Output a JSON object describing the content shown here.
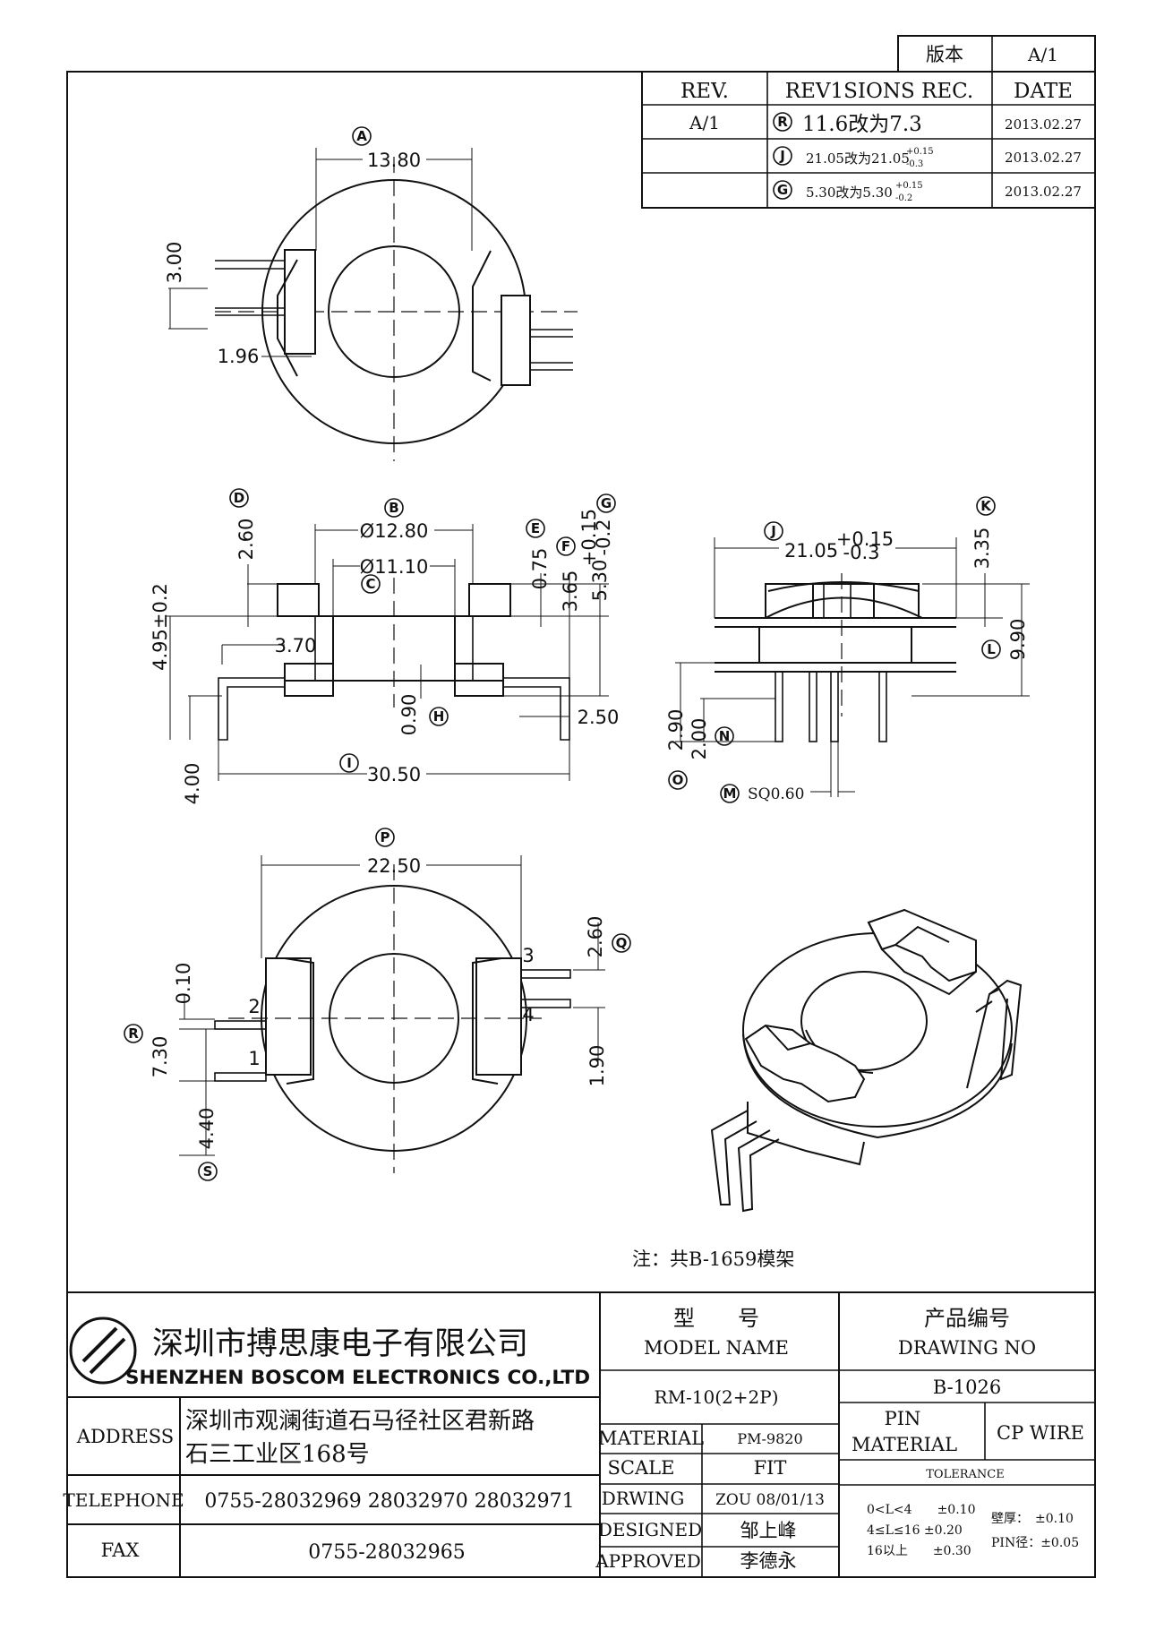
{
  "version_box": {
    "label": "版本",
    "value": "A/1"
  },
  "revisions": {
    "headers": {
      "rev": "REV.",
      "rec": "REV1SIONS REC.",
      "date": "DATE"
    },
    "rows": [
      {
        "rev": "A/1",
        "mark": "R",
        "text": "11.6改为7.3",
        "date": "2013.02.27"
      },
      {
        "rev": "",
        "mark": "J",
        "text": "21.05改为21.05",
        "tol_up": "+0.15",
        "tol_dn": "-0.3",
        "date": "2013.02.27"
      },
      {
        "rev": "",
        "mark": "G",
        "text": "5.30改为5.30",
        "tol_up": "+0.15",
        "tol_dn": "-0.2",
        "date": "2013.02.27"
      }
    ]
  },
  "top_view": {
    "mark_a": "A",
    "dim_a": "13.80",
    "dim_300": "3.00",
    "dim_196": "1.96"
  },
  "side_view": {
    "mark_d": "D",
    "dim_d": "2.60",
    "mark_b": "B",
    "dim_b": "Ø12.80",
    "mark_c": "C",
    "dim_c": "Ø11.10",
    "mark_e": "E",
    "dim_e": "0.75",
    "mark_f": "F",
    "dim_f": "3.65",
    "mark_g": "G",
    "dim_g": "5.30",
    "tol_g_up": "+0.15",
    "tol_g_dn": "-0.2",
    "dim_height": "4.95±0.2",
    "dim_370": "3.70",
    "mark_h": "H",
    "dim_h": "0.90",
    "dim_250": "2.50",
    "mark_i": "I",
    "dim_i": "30.50",
    "dim_400": "4.00"
  },
  "front_view": {
    "mark_j": "J",
    "dim_j": "21.05",
    "tol_j_up": "+0.15",
    "tol_j_dn": "-0.3",
    "mark_k": "K",
    "dim_k": "3.35",
    "mark_l": "L",
    "dim_l": "9.90",
    "dim_290": "2.90",
    "dim_200": "2.00",
    "mark_n": "N",
    "mark_o": "O",
    "mark_m": "M",
    "dim_m": "SQ0.60"
  },
  "bottom_view": {
    "mark_p": "P",
    "dim_p": "22.50",
    "dim_010": "0.10",
    "mark_r": "R",
    "dim_r": "7.30",
    "dim_440": "4.40",
    "mark_s": "S",
    "dim_260": "2.60",
    "mark_q": "Q",
    "dim_190": "1.90",
    "pins": [
      "1",
      "2",
      "3",
      "4"
    ]
  },
  "note": "注：共B-1659模架",
  "company": {
    "name_cn": "深圳市搏思康电子有限公司",
    "name_en": "SHENZHEN BOSCOM ELECTRONICS CO.,LTD"
  },
  "address": {
    "label": "ADDRESS",
    "line1": "深圳市观澜街道石马径社区君新路",
    "line2": "石三工业区168号"
  },
  "telephone": {
    "label": "TELEPHONE",
    "value": "0755-28032969 28032970 28032971"
  },
  "fax": {
    "label": "FAX",
    "value": "0755-28032965"
  },
  "model": {
    "label_cn": "型　　号",
    "label_en": "MODEL NAME",
    "value": "RM-10(2+2P)"
  },
  "drawing": {
    "label_cn": "产品编号",
    "label_en": "DRAWING NO",
    "value": "B-1026"
  },
  "material": {
    "label": "MATERIAL",
    "value": "PM-9820"
  },
  "scale": {
    "label": "SCALE",
    "value": "FIT"
  },
  "drwing": {
    "label": "DRWING",
    "value": "ZOU 08/01/13"
  },
  "designed": {
    "label": "DESIGNED",
    "value": "邹上峰"
  },
  "approved": {
    "label": "APPROVED",
    "value": "李德永"
  },
  "pin_material": {
    "label1": "PIN",
    "label2": "MATERIAL",
    "value": "CP WIRE"
  },
  "tolerance": {
    "label": "TOLERANCE",
    "rows": [
      "0<L<4　　±0.10",
      "4≤L≤16 ±0.20",
      "16以上　　±0.30"
    ],
    "wall": "壁厚：　±0.10",
    "pin": "PIN径：±0.05"
  }
}
